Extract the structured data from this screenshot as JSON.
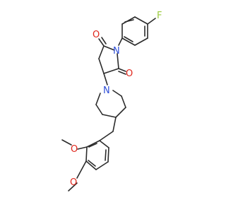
{
  "diagram": {
    "kind": "chemical structure (skeletal formula)",
    "atom_labels": {
      "fluorine": "F",
      "imide_nitrogen": "N",
      "carbonyl_oxygen_top": "O",
      "carbonyl_oxygen_right": "O",
      "piperidine_nitrogen": "N",
      "methoxy_oxygen_ortho": "O",
      "methoxy_oxygen_para": "O"
    },
    "colors": {
      "bond": "#2b2b2b",
      "fluorine": "#9acb3c",
      "nitrogen": "#2f4fd8",
      "oxygen": "#e0261b",
      "background": "#ffffff"
    }
  }
}
